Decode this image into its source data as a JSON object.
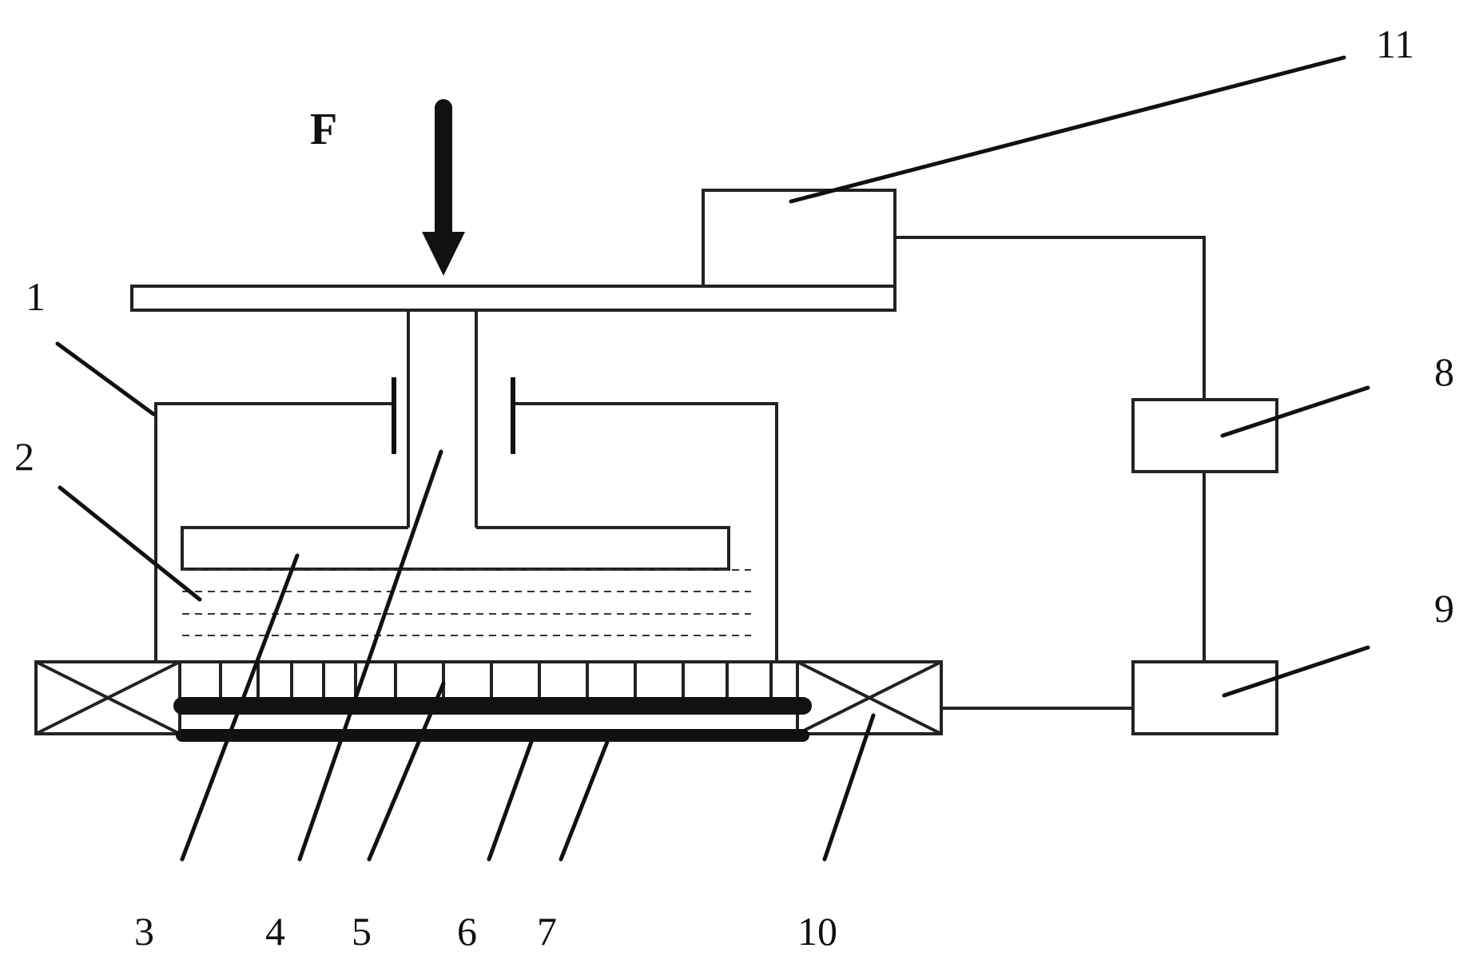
{
  "diagram": {
    "force_label": "F",
    "labels": {
      "n1": "1",
      "n2": "2",
      "n3": "3",
      "n4": "4",
      "n5": "5",
      "n6": "6",
      "n7": "7",
      "n8": "8",
      "n9": "9",
      "n10": "10",
      "n11": "11"
    },
    "colors": {
      "line": "#222222",
      "background": "#ffffff"
    }
  }
}
